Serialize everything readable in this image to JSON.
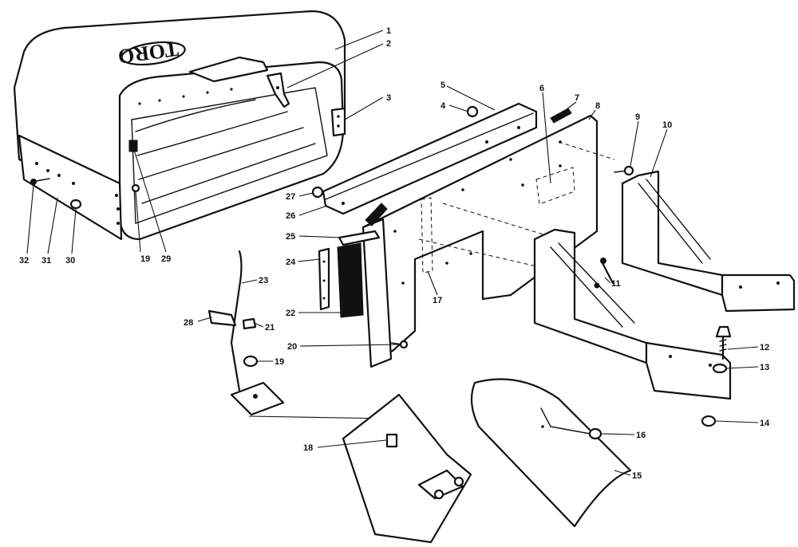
{
  "brand_logo": "TORO",
  "callouts": [
    {
      "id": "1",
      "label": "1"
    },
    {
      "id": "2",
      "label": "2"
    },
    {
      "id": "3",
      "label": "3"
    },
    {
      "id": "4",
      "label": "4"
    },
    {
      "id": "5",
      "label": "5"
    },
    {
      "id": "6",
      "label": "6"
    },
    {
      "id": "7",
      "label": "7"
    },
    {
      "id": "8",
      "label": "8"
    },
    {
      "id": "9",
      "label": "9"
    },
    {
      "id": "10",
      "label": "10"
    },
    {
      "id": "11",
      "label": "11"
    },
    {
      "id": "12",
      "label": "12"
    },
    {
      "id": "13",
      "label": "13"
    },
    {
      "id": "14",
      "label": "14"
    },
    {
      "id": "15",
      "label": "15"
    },
    {
      "id": "16",
      "label": "16"
    },
    {
      "id": "17",
      "label": "17"
    },
    {
      "id": "18",
      "label": "18"
    },
    {
      "id": "19a",
      "label": "19"
    },
    {
      "id": "19b",
      "label": "19"
    },
    {
      "id": "20",
      "label": "20"
    },
    {
      "id": "21",
      "label": "21"
    },
    {
      "id": "22",
      "label": "22"
    },
    {
      "id": "23",
      "label": "23"
    },
    {
      "id": "24",
      "label": "24"
    },
    {
      "id": "25",
      "label": "25"
    },
    {
      "id": "26",
      "label": "26"
    },
    {
      "id": "27",
      "label": "27"
    },
    {
      "id": "28",
      "label": "28"
    },
    {
      "id": "29",
      "label": "29"
    },
    {
      "id": "30",
      "label": "30"
    },
    {
      "id": "31",
      "label": "31"
    },
    {
      "id": "32",
      "label": "32"
    }
  ]
}
